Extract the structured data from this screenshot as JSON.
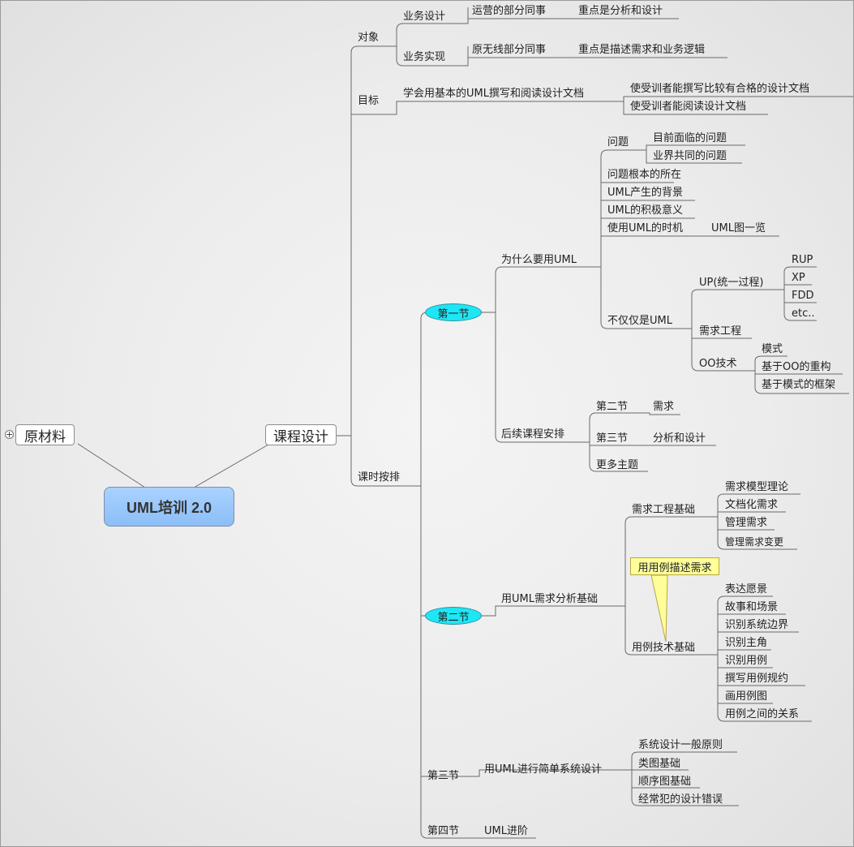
{
  "root": {
    "label": "UML培训 2.0"
  },
  "left_branch": {
    "label": "原材料",
    "expander": "+"
  },
  "course": {
    "label": "课程设计"
  },
  "audience": {
    "label": "对象",
    "items": [
      {
        "label": "业务设计",
        "group": "运营的部分同事",
        "focus": "重点是分析和设计"
      },
      {
        "label": "业务实现",
        "group": "原无线部分同事",
        "focus": "重点是描述需求和业务逻辑"
      }
    ]
  },
  "goal": {
    "label": "目标",
    "text": "学会用基本的UML撰写和阅读设计文档",
    "items": [
      "使受训者能撰写比较有合格的设计文档",
      "使受训者能阅读设计文档"
    ]
  },
  "schedule": {
    "label": "课时按排"
  },
  "s1": {
    "label": "第一节",
    "why": {
      "label": "为什么要用UML",
      "problem": {
        "label": "问题",
        "items": [
          "目前面临的问题",
          "业界共同的问题"
        ]
      },
      "root_cause": "问题根本的所在",
      "background": "UML产生的背景",
      "meaning": "UML的积极意义",
      "timing": {
        "label": "使用UML的时机",
        "child": "UML图一览"
      },
      "beyond": {
        "label": "不仅仅是UML",
        "up": {
          "label": "UP(统一过程)",
          "items": [
            "RUP",
            "XP",
            "FDD",
            "etc.."
          ]
        },
        "req": "需求工程",
        "oo": {
          "label": "OO技术",
          "items": [
            "模式",
            "基于OO的重构",
            "基于模式的框架"
          ]
        }
      }
    },
    "follow": {
      "label": "后续课程安排",
      "items": [
        {
          "label": "第二节",
          "child": "需求"
        },
        {
          "label": "第三节",
          "child": "分析和设计"
        },
        {
          "label": "更多主题",
          "child": ""
        }
      ]
    }
  },
  "s2": {
    "label": "第二节",
    "main": "用UML需求分析基础",
    "req_basics": {
      "label": "需求工程基础",
      "items": [
        "需求模型理论",
        "文档化需求",
        "管理需求",
        "管理需求变更"
      ]
    },
    "callout": "用用例描述需求",
    "usecase": {
      "label": "用例技术基础",
      "items": [
        "表达愿景",
        "故事和场景",
        "识别系统边界",
        "识别主角",
        "识别用例",
        "撰写用例规约",
        "画用例图",
        "用例之间的关系"
      ]
    }
  },
  "s3": {
    "label": "第三节",
    "main": "用UML进行简单系统设计",
    "items": [
      "系统设计一般原则",
      "类图基础",
      "顺序图基础",
      "经常犯的设计错误"
    ]
  },
  "s4": {
    "label": "第四节",
    "main": "UML进阶"
  },
  "colors": {
    "root_fill": "#9cc8fb",
    "section_fill": "#1ee6f5",
    "note_fill": "#ffff99",
    "line": "#666666"
  }
}
